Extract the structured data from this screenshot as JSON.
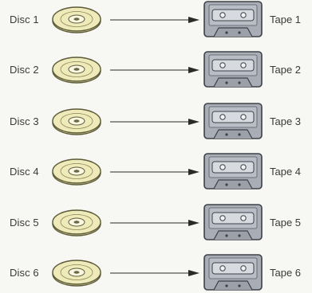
{
  "rows": [
    {
      "disc": "Disc 1",
      "tape": "Tape 1"
    },
    {
      "disc": "Disc 2",
      "tape": "Tape 2"
    },
    {
      "disc": "Disc 3",
      "tape": "Tape 3"
    },
    {
      "disc": "Disc 4",
      "tape": "Tape 4"
    },
    {
      "disc": "Disc 5",
      "tape": "Tape 5"
    },
    {
      "disc": "Disc 6",
      "tape": "Tape 6"
    }
  ],
  "colors": {
    "disc_fill": "#e6e2a6",
    "disc_stroke": "#5d5a3a",
    "tape_body": "#a9adb6",
    "tape_stroke": "#3d4048",
    "arrow": "#2a2a2a"
  },
  "icons": {
    "disc": "compact-disc-icon",
    "tape": "cassette-tape-icon",
    "arrow": "arrow-right-icon"
  }
}
